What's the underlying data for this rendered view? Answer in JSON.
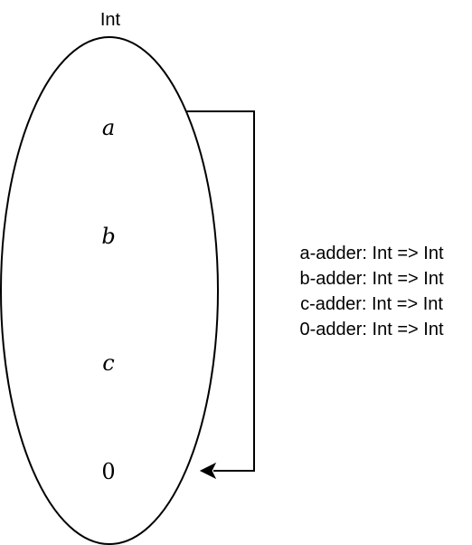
{
  "set": {
    "title": "Int",
    "elements": [
      "a",
      "b",
      "c",
      "0"
    ]
  },
  "functions": [
    "a-adder: Int => Int",
    "b-adder: Int => Int",
    "c-adder: Int => Int",
    "0-adder: Int => Int"
  ],
  "colors": {
    "stroke": "#000000",
    "background": "#ffffff"
  }
}
